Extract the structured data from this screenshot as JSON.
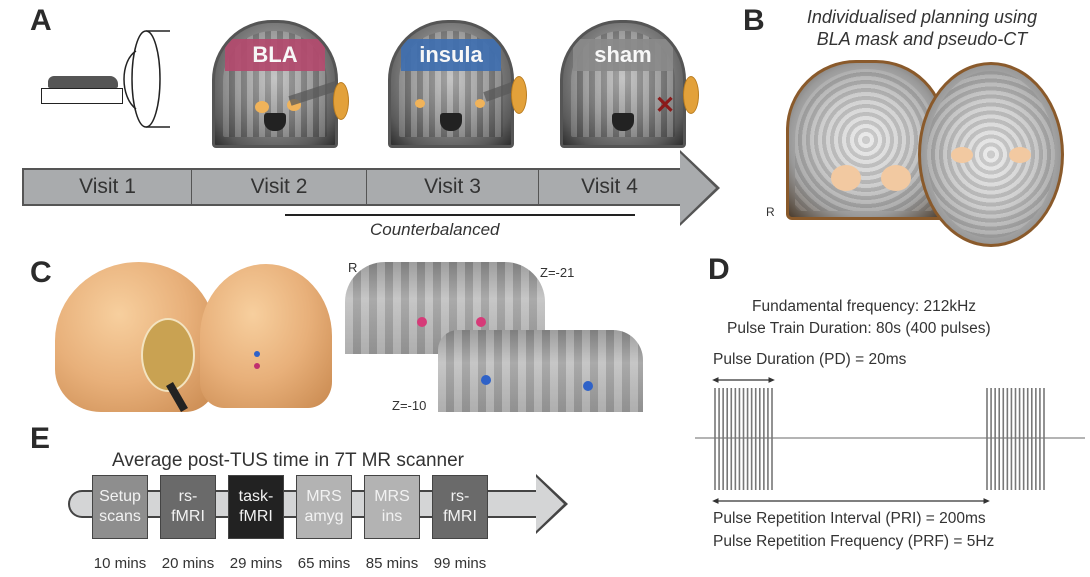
{
  "panels": {
    "A": {
      "letter": "A",
      "conditions": [
        {
          "label": "BLA",
          "color": "#b44a6e"
        },
        {
          "label": "insula",
          "color": "#3f6fb0"
        },
        {
          "label": "sham",
          "color": "#8a8a8a"
        }
      ],
      "visits": [
        "Visit 1",
        "Visit 2",
        "Visit 3",
        "Visit 4"
      ],
      "counterbalanced_label": "Counterbalanced",
      "sham_marker": "✕"
    },
    "B": {
      "letter": "B",
      "title_line1": "Individualised planning using",
      "title_line2": "BLA mask and pseudo-CT",
      "orientation_label": "R"
    },
    "C": {
      "letter": "C",
      "orientation_label": "R",
      "slices": [
        {
          "label": "Z=-21",
          "roi_color": "#d63a78"
        },
        {
          "label": "Z=-10",
          "roi_color": "#2f62c8"
        }
      ],
      "head_markers": [
        {
          "color": "#2f62c8"
        },
        {
          "color": "#c0306e"
        }
      ]
    },
    "D": {
      "letter": "D",
      "fundamental_frequency": "Fundamental frequency: 212kHz",
      "pulse_train_duration": "Pulse Train Duration: 80s (400 pulses)",
      "pulse_duration": "Pulse Duration (PD) = 20ms",
      "pulse_repetition_interval": "Pulse Repetition Interval (PRI) = 200ms",
      "pulse_repetition_frequency": "Pulse Repetition Frequency (PRF) = 5Hz",
      "waveform": {
        "pulse_duration_ms": 20,
        "pulse_repetition_interval_ms": 200,
        "cycles_drawn_per_pulse": 15
      }
    },
    "E": {
      "letter": "E",
      "title": "Average post-TUS time in 7T MR scanner",
      "steps": [
        {
          "line1": "Setup",
          "line2": "scans",
          "time": "10 mins",
          "color": "#8e8e8e"
        },
        {
          "line1": "rs-",
          "line2": "fMRI",
          "time": "20 mins",
          "color": "#6a6a6a"
        },
        {
          "line1": "task-",
          "line2": "fMRI",
          "time": "29 mins",
          "color": "#222222"
        },
        {
          "line1": "MRS",
          "line2": "amyg",
          "time": "65 mins",
          "color": "#b3b3b3"
        },
        {
          "line1": "MRS",
          "line2": "ins",
          "time": "85 mins",
          "color": "#b3b3b3"
        },
        {
          "line1": "rs-",
          "line2": "fMRI",
          "time": "99 mins",
          "color": "#6a6a6a"
        }
      ]
    }
  }
}
